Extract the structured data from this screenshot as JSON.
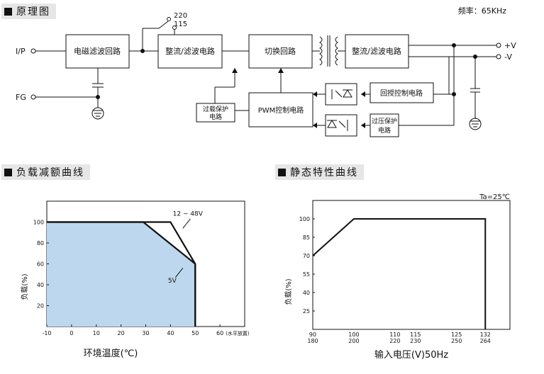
{
  "sections": {
    "schematic": "原理图",
    "derating": "负载减额曲线",
    "static": "静态特性曲线"
  },
  "schematic": {
    "frequency": "频率：65KHz",
    "ip_label": "I/P",
    "fg_label": "FG",
    "emi_filter": "电磁滤波回路",
    "rectifier1": "整流/滤波电路",
    "switch_220": "220",
    "switch_115": "115",
    "switching": "切换回路",
    "rectifier2": "整流/滤波电路",
    "out_pos": "+V",
    "out_neg": "-V",
    "feedback": "回授控制电路",
    "pwm": "PWM控制电路",
    "ovp_left_1": "过载保护",
    "ovp_left_2": "电路",
    "ovp_right_1": "过压保护",
    "ovp_right_2": "电路"
  },
  "chart_data": [
    {
      "type": "area",
      "title": "",
      "xlabel": "环境温度(℃)",
      "ylabel": "负载(%)",
      "xlim": [
        -10,
        70
      ],
      "ylim": [
        0,
        120
      ],
      "x_ticks": [
        "-10",
        "0",
        "10",
        "20",
        "30",
        "40",
        "50",
        "60"
      ],
      "x_tick_suffix": "(水平放置)",
      "y_ticks": [
        "20",
        "40",
        "60",
        "80",
        "100"
      ],
      "series": [
        {
          "name": "5V",
          "x": [
            -10,
            29,
            50,
            50
          ],
          "y": [
            100,
            100,
            60,
            0
          ]
        },
        {
          "name": "12 ~ 48V",
          "x": [
            -10,
            40,
            50,
            50
          ],
          "y": [
            100,
            100,
            60,
            0
          ]
        }
      ],
      "annotations": [
        "12 ~ 48V",
        "5V"
      ]
    },
    {
      "type": "line",
      "title": "",
      "xlabel": "输入电压(V)50Hz",
      "ylabel": "负载(%)",
      "corner_label": "Ta=25℃",
      "x_ticks_top": [
        "90",
        "100",
        "110",
        "115",
        "125",
        "132"
      ],
      "x_ticks_bottom": [
        "180",
        "200",
        "220",
        "230",
        "250",
        "264"
      ],
      "x_values": [
        90,
        100,
        110,
        115,
        125,
        132
      ],
      "y_ticks": [
        "25",
        "40",
        "55",
        "70",
        "85",
        "100"
      ],
      "ylim": [
        10,
        115
      ],
      "series": [
        {
          "x": [
            90,
            100,
            132,
            132
          ],
          "y": [
            70,
            100,
            100,
            10
          ]
        }
      ]
    }
  ]
}
